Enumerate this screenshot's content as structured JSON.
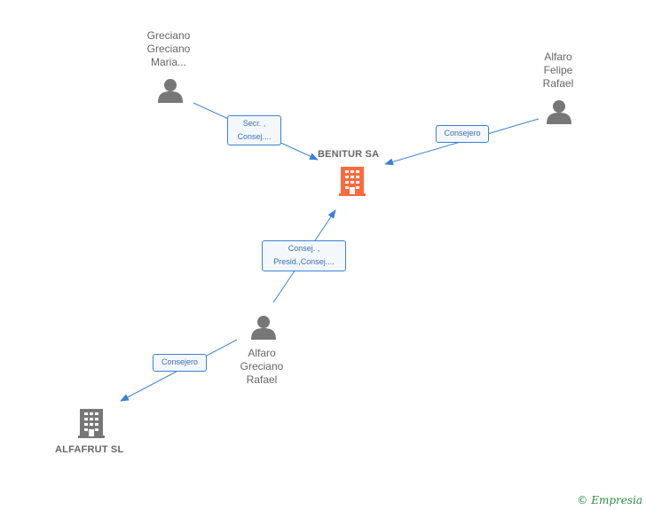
{
  "nodes": {
    "benitur": {
      "label": "BENITUR SA",
      "color": "#ff6a3d"
    },
    "alfafrut": {
      "label": "ALFAFRUT SL",
      "color": "#777777"
    },
    "greciano": {
      "lines": [
        "Greciano",
        "Greciano",
        "Maria..."
      ]
    },
    "alfaro_felipe": {
      "lines": [
        "Alfaro",
        "Felipe",
        "Rafael"
      ]
    },
    "alfaro_greciano": {
      "lines": [
        "Alfaro",
        "Greciano",
        "Rafael"
      ]
    }
  },
  "edges": {
    "greciano_benitur": {
      "lines": [
        "Secr. ,",
        "Consej...."
      ]
    },
    "felipe_benitur": {
      "lines": [
        "Consejero"
      ]
    },
    "agreciano_benitur": {
      "lines": [
        "Consej. ,",
        "Presid.,Consej...."
      ]
    },
    "agreciano_alfafrut": {
      "lines": [
        "Consejero"
      ]
    }
  },
  "colors": {
    "edge": "#3b82d6",
    "person": "#777777",
    "text": "#666666"
  },
  "icons": {
    "person": "person-icon",
    "company": "building-icon"
  },
  "footer": {
    "copyright": "©",
    "brand": "Empresia"
  }
}
